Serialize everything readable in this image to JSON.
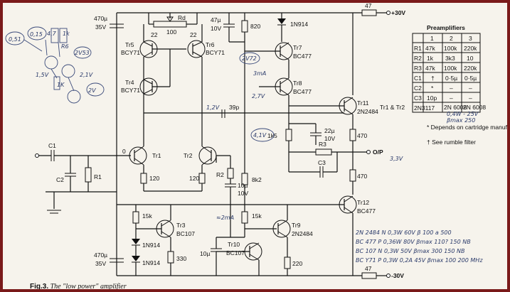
{
  "caption": {
    "fig": "Fig.3.",
    "title": "The \"low power\" amplifier"
  },
  "rails": {
    "pos": "+30V",
    "neg": "-30V",
    "pos_res": "47",
    "neg_res": "47"
  },
  "output_label": "O/P",
  "components": {
    "c_pos": "470µ",
    "c_pos_v": "35V",
    "c_neg": "470µ",
    "c_neg_v": "35V",
    "rd": "Rd",
    "rd_val": "100",
    "r22a": "22",
    "r22b": "22",
    "tr5": "Tr5",
    "tr5_type": "BCY71",
    "tr6": "Tr6",
    "tr6_type": "BCY71",
    "tr4": "Tr4",
    "tr4_type": "BCY71",
    "c47": "47µ",
    "c47_v": "10V",
    "r820": "820",
    "d1n914": "1N914",
    "tr7": "Tr7",
    "tr7_type": "BC477",
    "tr8": "Tr8",
    "tr8_type": "BC477",
    "tr11": "Tr11",
    "tr11_type": "2N2484",
    "tr12": "Tr12",
    "tr12_type": "BC477",
    "c39p": "39p",
    "r1k5": "1k5",
    "c22": "22µ",
    "c22_v": "10V",
    "r470a": "470",
    "r470b": "470",
    "r3": "R3",
    "c3": "C3",
    "c1": "C1",
    "c2": "C2",
    "r1": "R1",
    "tr1": "Tr1",
    "tr2": "Tr2",
    "r120a": "120",
    "r120b": "120",
    "r2": "R2",
    "c10": "10µ",
    "c10_v": "10V",
    "r8k2": "8k2",
    "r15ka": "15k",
    "r15kb": "15k",
    "tr3": "Tr3",
    "tr3_type": "BC107",
    "d1": "1N914",
    "d2": "1N914",
    "r330": "330",
    "tr9": "Tr9",
    "tr9_type": "2N2484",
    "tr10": "Tr10",
    "tr10_type": "BC107",
    "c10b": "10µ",
    "r220": "220",
    "zero": "0"
  },
  "preamp_table": {
    "title": "Preamplifiers",
    "headers": [
      "",
      "1",
      "2",
      "3"
    ],
    "rows": [
      [
        "R1",
        "47k",
        "100k",
        "220k"
      ],
      [
        "R2",
        "1k",
        "3k3",
        "10"
      ],
      [
        "R3",
        "47k",
        "100k",
        "220k"
      ],
      [
        "C1",
        "†",
        "0·5µ",
        "0·5µ"
      ],
      [
        "C2",
        "*",
        "–",
        "–"
      ],
      [
        "C3",
        "10p",
        "–",
        "–"
      ]
    ],
    "tr_row": {
      "label": "2N3117",
      "c2": "2N 6008",
      "c3": "2N 6008",
      "side": "Tr1 & Tr2"
    },
    "notes": [
      "* Depends on cartridge manufacturers spec.",
      "† See rumble filter"
    ]
  },
  "handwriting": {
    "spec_lines": [
      "2N 2484  N  0,3W 60V  β 100 a 500",
      "BC 477  P  0,36W 80V  βmax 110? 150 NB",
      "BC 107  N  0,3W 50V  βmax 300  150 NB",
      "BC Y71  P  0,3W 0,2A 45V βmax 100  200 MHz"
    ],
    "notes": [
      "3mA",
      "2,7V",
      "4,1V",
      "2V72",
      "≈2mA",
      "3,3V",
      "1,2V",
      "0,4W - 25V",
      "βmax 250"
    ],
    "sketch": [
      "0,51",
      "0,15",
      "4,7",
      "1k",
      "2V53",
      "1,5V",
      "2,1V",
      "2V",
      "1K",
      "R6"
    ]
  }
}
